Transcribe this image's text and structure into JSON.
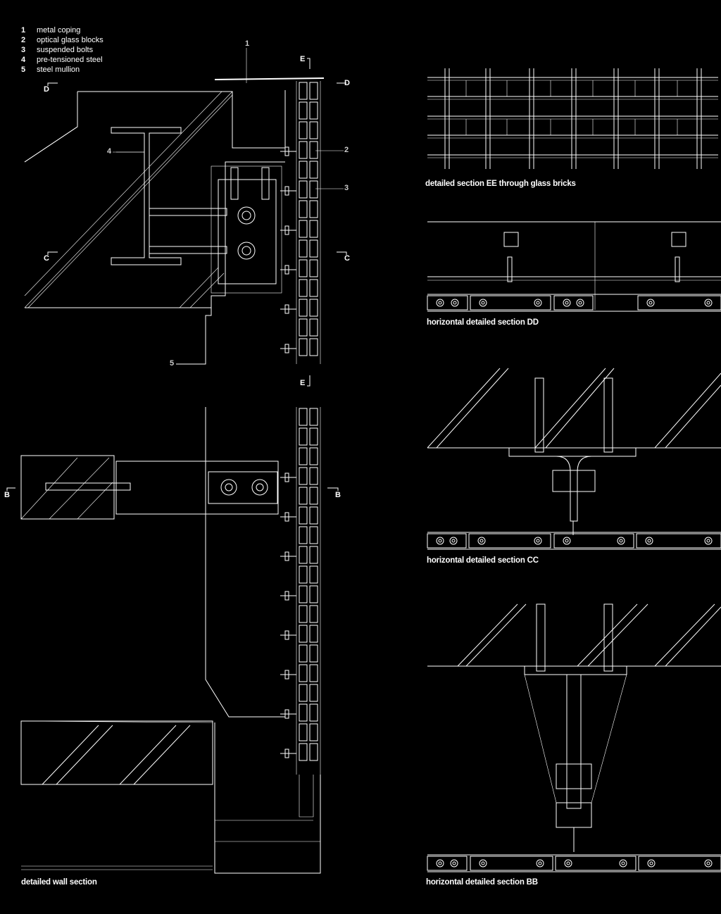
{
  "legend": [
    {
      "num": "1",
      "label": "metal coping"
    },
    {
      "num": "2",
      "label": "optical glass blocks"
    },
    {
      "num": "3",
      "label": "suspended bolts"
    },
    {
      "num": "4",
      "label": "pre-tensioned steel"
    },
    {
      "num": "5",
      "label": "steel mullion"
    }
  ],
  "callouts": {
    "c1": "1",
    "c2": "2",
    "c3": "3",
    "c4": "4",
    "c5": "5"
  },
  "section_marks": {
    "d_left": "D",
    "d_right": "D",
    "c_left": "C",
    "c_right": "C",
    "e_top": "E",
    "e_bottom": "E",
    "b_left": "B",
    "b_right": "B"
  },
  "captions": {
    "ee": "detailed section EE through glass bricks",
    "dd": "horizontal detailed section DD",
    "cc": "horizontal detailed section CC",
    "bb": "horizontal detailed section BB",
    "wall": "detailed wall section"
  }
}
